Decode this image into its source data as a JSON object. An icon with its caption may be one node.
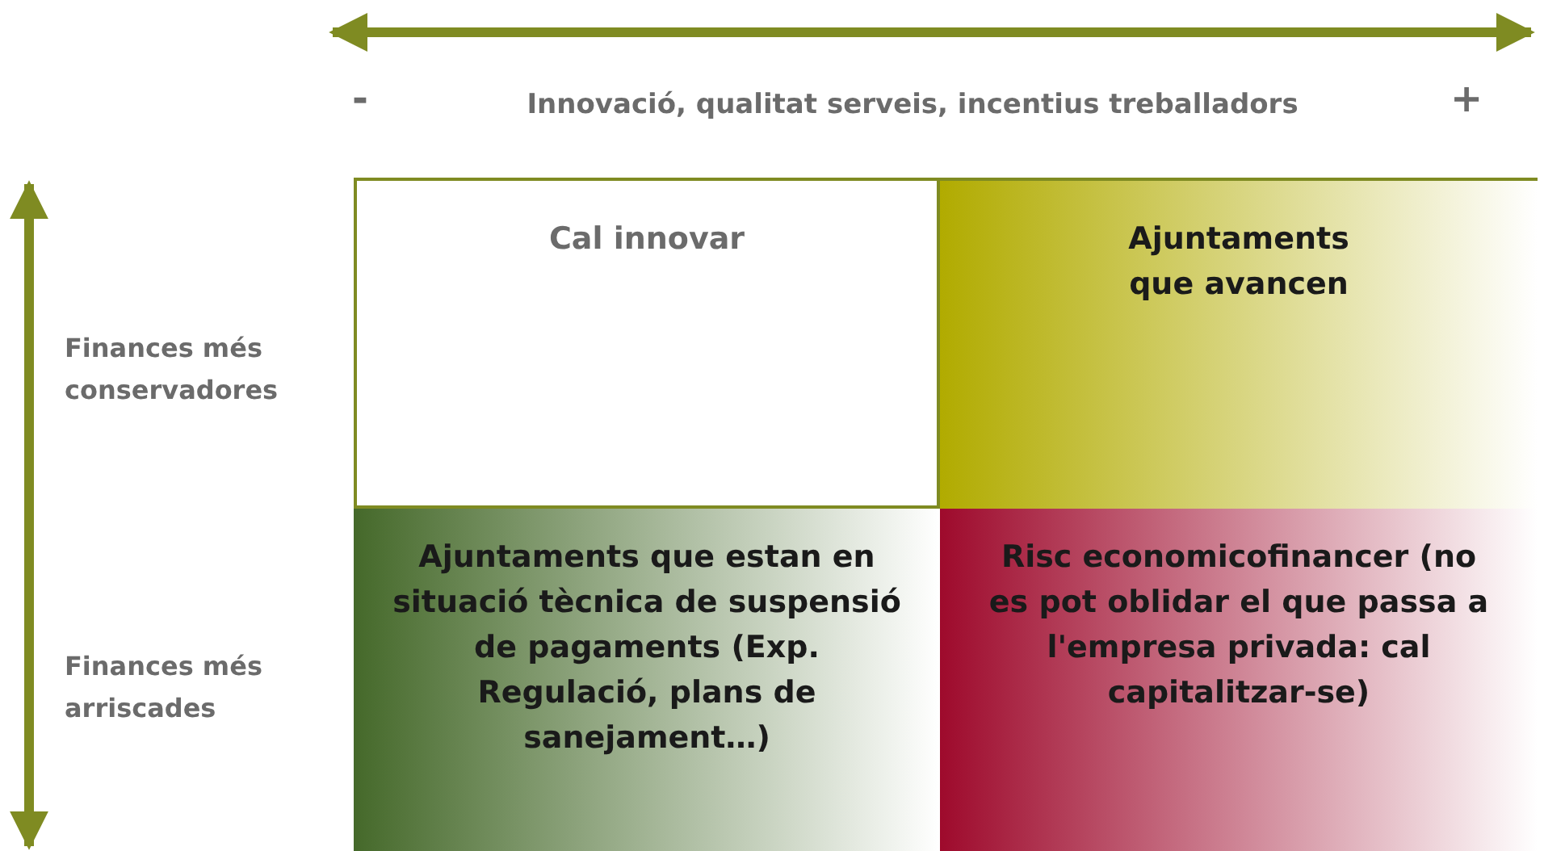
{
  "diagram": {
    "nodes": [
      {
        "text": [
          "Cal innovar"
        ]
      },
      {
        "text": [
          "Ajuntaments que avancen"
        ]
      },
      {
        "text": [
          "Ajuntaments que estan en situació tècnica de suspensió de pagaments (Exp. Regulació, plans de sanejament…)"
        ]
      },
      {
        "text": [
          "Risc economicofinancer (no es pot oblidar el que passa a l'empresa privada: cal capitalitzar-se)"
        ]
      }
    ],
    "edges": [],
    "labels": [
      "-",
      "Innovació, qualitat serveis, incentius treballadors",
      "+",
      "Finances més conservadores",
      "Finances més arriscades"
    ]
  }
}
